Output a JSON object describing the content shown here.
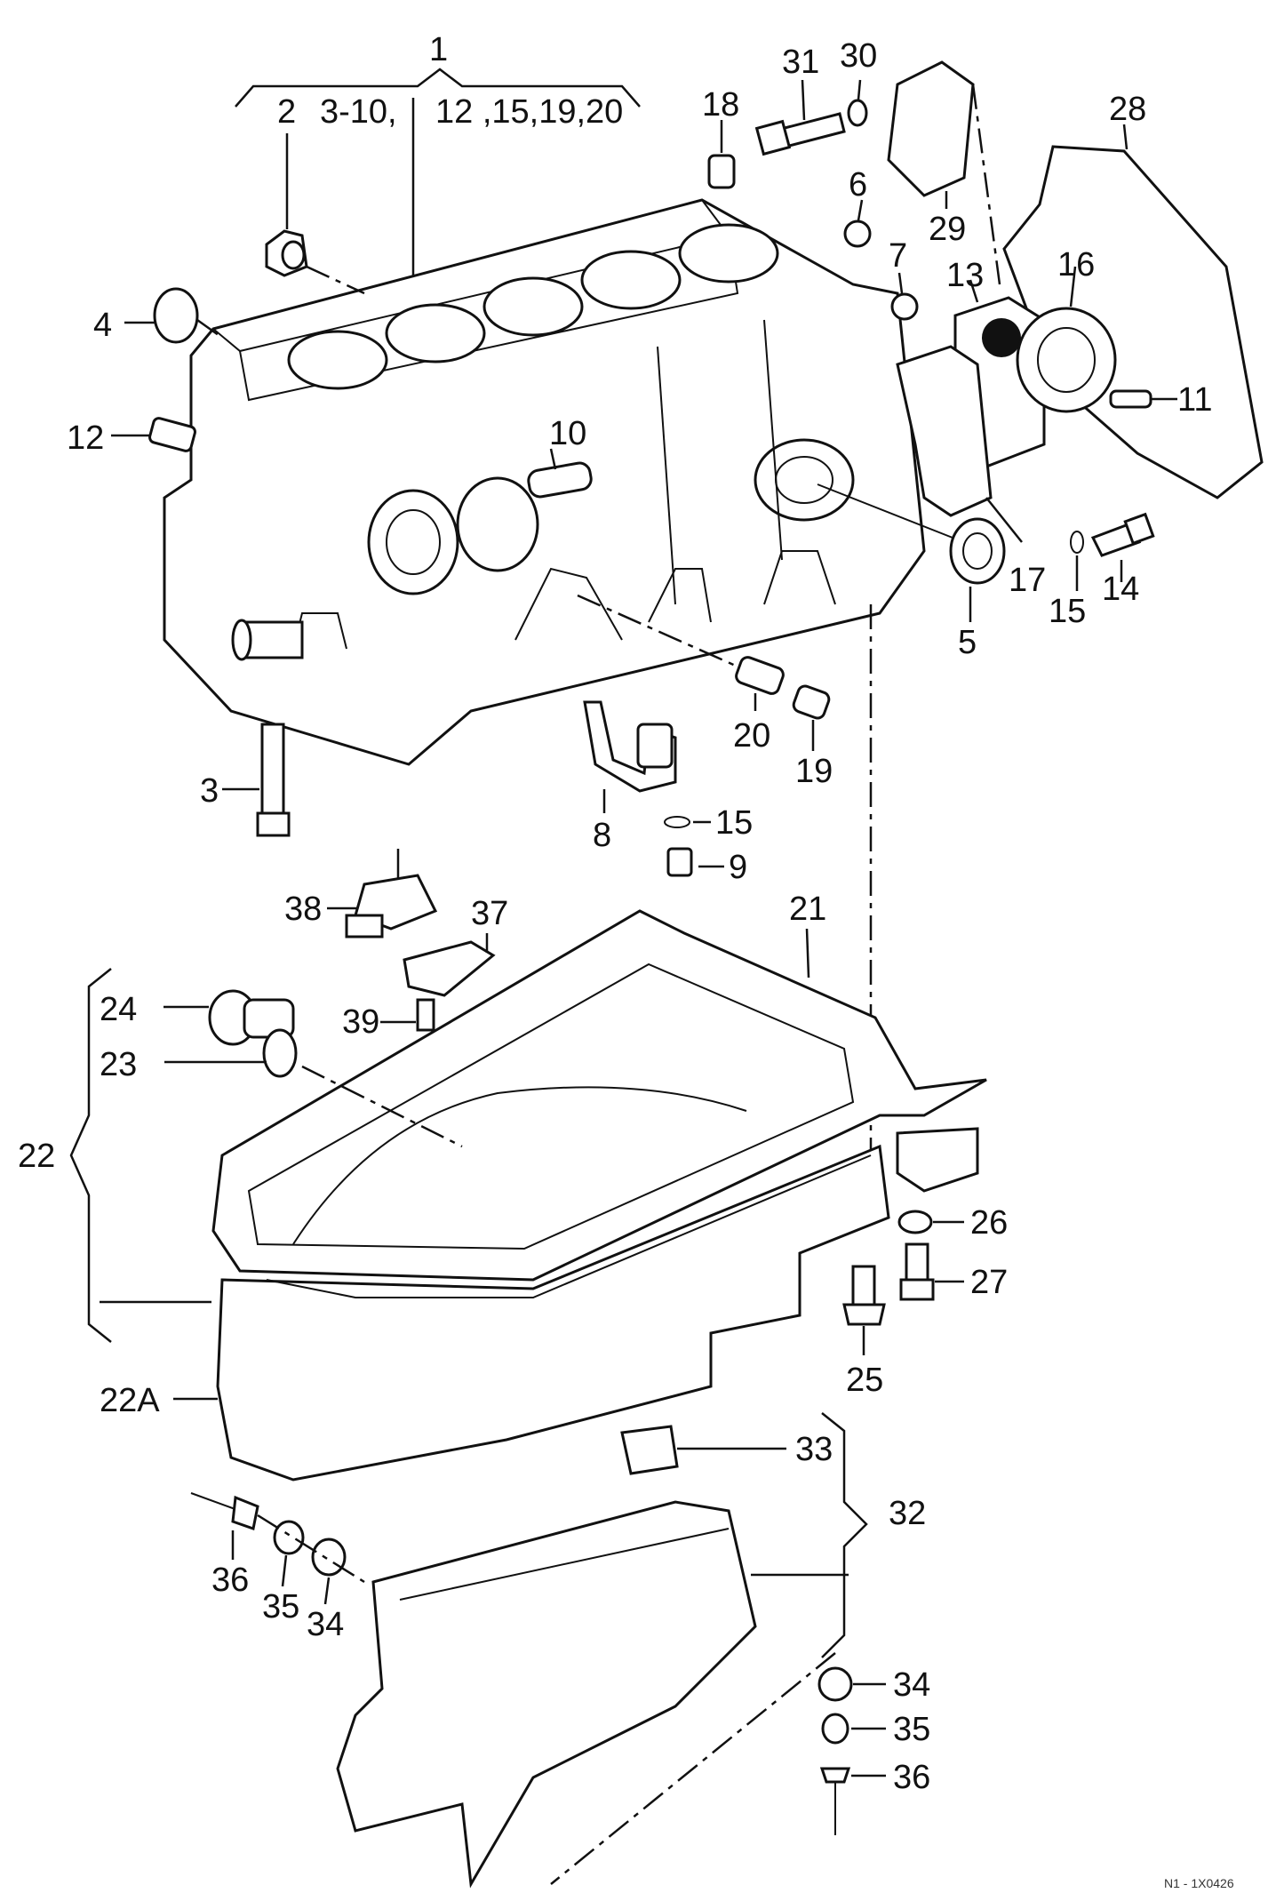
{
  "diagram": {
    "group_header": {
      "number": "1",
      "sub_left_a": "2",
      "sub_left_b": "3-10,",
      "sub_right": "12 ,15,19,20"
    },
    "callouts": {
      "c31": "31",
      "c30": "30",
      "c28": "28",
      "c18": "18",
      "c6": "6",
      "c7": "7",
      "c29": "29",
      "c13": "13",
      "c16": "16",
      "c4": "4",
      "c11": "11",
      "c12": "12",
      "c10": "10",
      "c14": "14",
      "c15a": "15",
      "c17": "17",
      "c5": "5",
      "c20": "20",
      "c19": "19",
      "c3": "3",
      "c8": "8",
      "c15b": "15",
      "c9": "9",
      "c38": "38",
      "c37": "37",
      "c21": "21",
      "c24": "24",
      "c23": "23",
      "c39": "39",
      "c22": "22",
      "c26": "26",
      "c27": "27",
      "c25": "25",
      "c22a": "22A",
      "c33": "33",
      "c32": "32",
      "c36a": "36",
      "c35a": "35",
      "c34a": "34",
      "c34b": "34",
      "c35b": "35",
      "c36b": "36"
    },
    "footer_code": "N1 - 1X0426"
  }
}
